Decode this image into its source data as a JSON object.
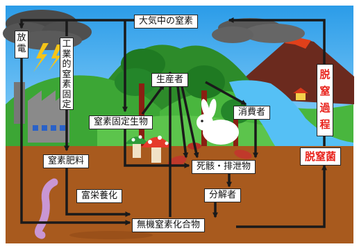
{
  "labels": {
    "atmosphere_nitrogen": "大気中の窒素",
    "lightning": "放電",
    "industrial_fixation": "工業的窒素固定",
    "producer": "生産者",
    "consumer": "消費者",
    "nitrogen_fixing_organisms": "窒素固定生物",
    "nitrogen_fertilizer": "窒素肥料",
    "dead_bodies_excreta": "死骸・排泄物",
    "decomposer": "分解者",
    "eutrophication": "富栄養化",
    "inorganic_nitrogen": "無機窒素化合物",
    "denitrification_process": "脱窒過程",
    "denitrifying_bacteria": "脱窒菌"
  },
  "colors": {
    "sky": "#37a8f0",
    "soil": "#a85a1e",
    "hills": "#2d8b2a",
    "volcano": "#6b2a1e",
    "water": "#55c0f5",
    "arrow": "#1a1a1a",
    "emphasis_text": "#e8221b"
  }
}
